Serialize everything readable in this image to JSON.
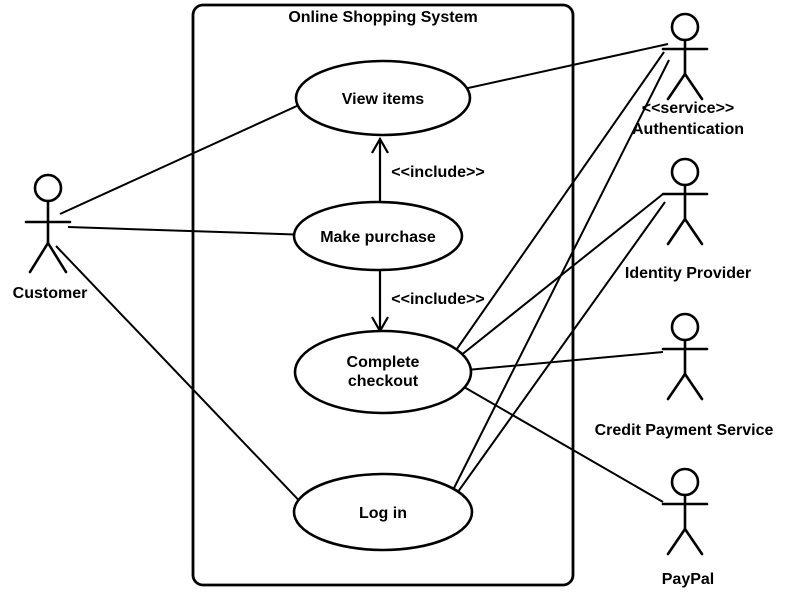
{
  "system": {
    "title": "Online Shopping System"
  },
  "usecases": {
    "view_items": {
      "label": "View items"
    },
    "make_purchase": {
      "label": "Make purchase"
    },
    "complete_checkout": {
      "label_line1": "Complete",
      "label_line2": "checkout"
    },
    "log_in": {
      "label": "Log in"
    }
  },
  "actors": {
    "customer": {
      "label": "Customer"
    },
    "authentication": {
      "stereotype": "<<service>>",
      "label": "Authentication"
    },
    "identity_provider": {
      "label": "Identity Provider"
    },
    "credit_payment_service": {
      "label": "Credit Payment Service"
    },
    "paypal": {
      "label": "PayPal"
    }
  },
  "relationships": {
    "include_label": "<<include>>",
    "associations": [
      "Customer - View items",
      "Customer - Make purchase",
      "Customer - Log in",
      "View items - Authentication",
      "Complete checkout - Authentication",
      "Complete checkout - Identity Provider",
      "Complete checkout - Credit Payment Service",
      "Complete checkout - PayPal",
      "Log in - Authentication",
      "Log in - Identity Provider"
    ],
    "includes": [
      "Make purchase includes View items",
      "Make purchase includes Complete checkout"
    ]
  },
  "colors": {
    "stroke": "#000000",
    "background": "#ffffff"
  }
}
